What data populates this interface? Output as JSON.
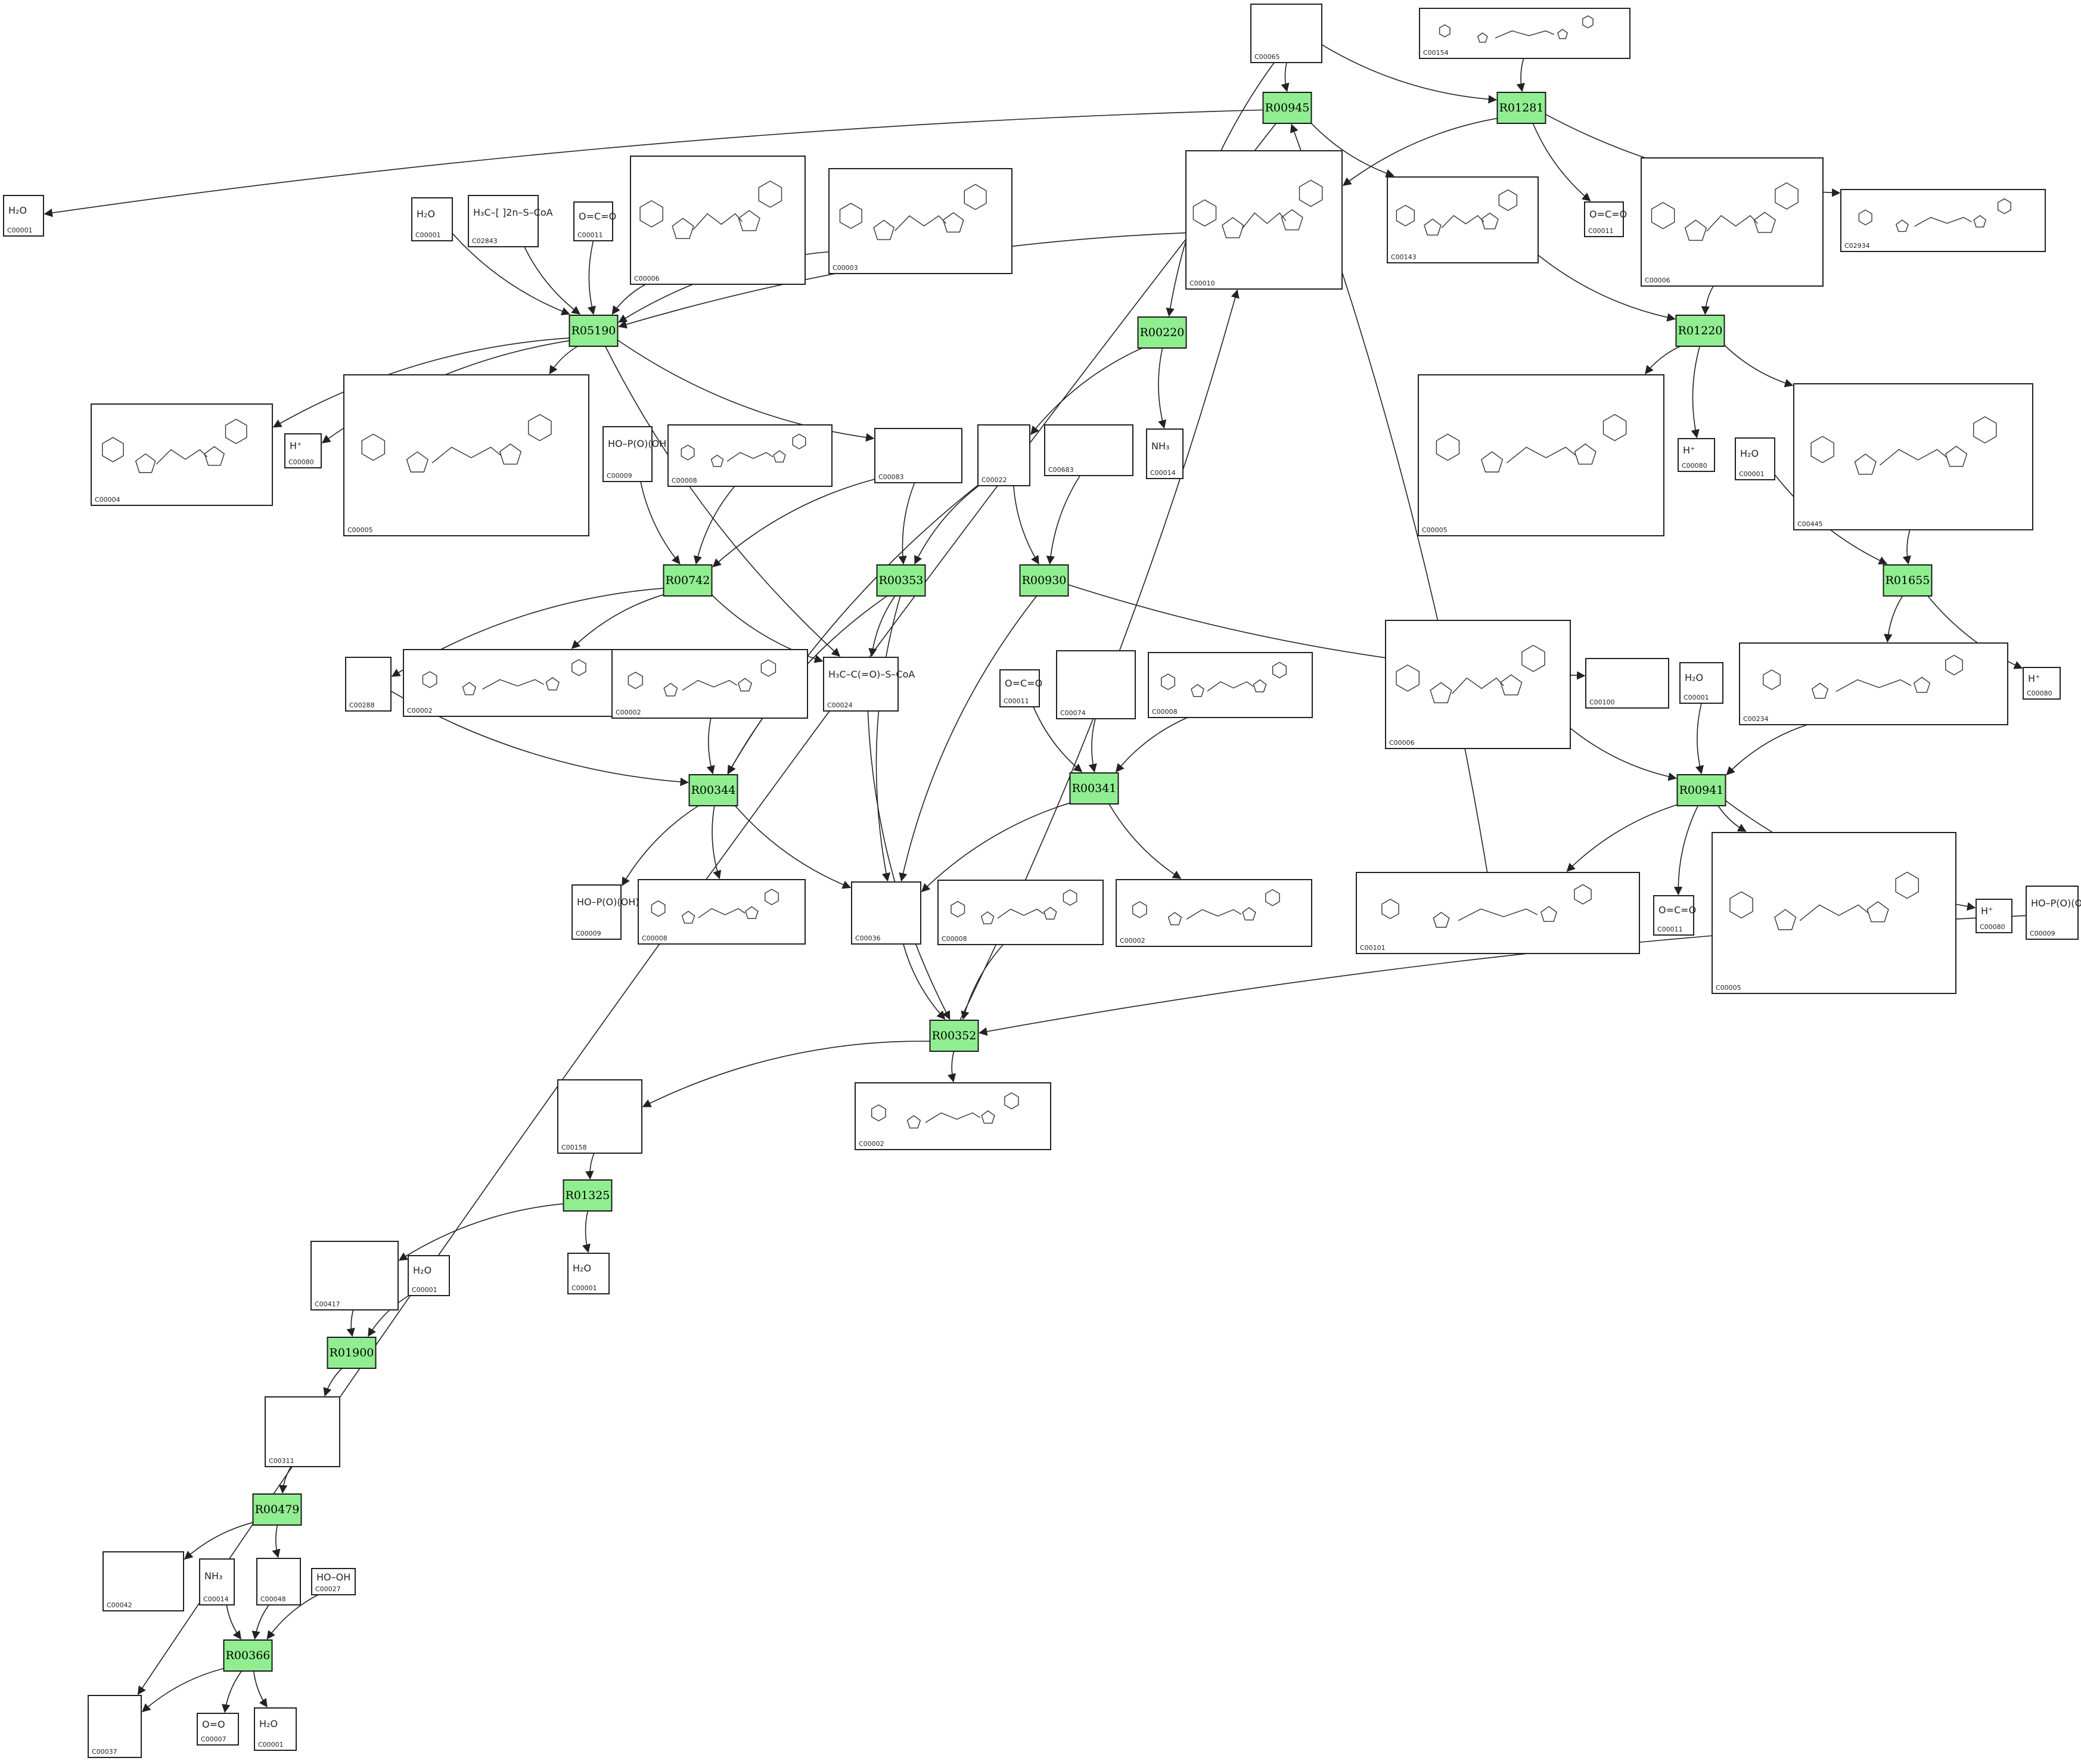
{
  "colors": {
    "reaction_fill": "#90ee90",
    "edge": "#222222",
    "box_stroke": "#222222"
  },
  "reactions": [
    {
      "id": "R00945"
    },
    {
      "id": "R01281"
    },
    {
      "id": "R05190"
    },
    {
      "id": "R00220"
    },
    {
      "id": "R01220"
    },
    {
      "id": "R00742"
    },
    {
      "id": "R00353"
    },
    {
      "id": "R00930"
    },
    {
      "id": "R01655"
    },
    {
      "id": "R00344"
    },
    {
      "id": "R00341"
    },
    {
      "id": "R00941"
    },
    {
      "id": "R00352"
    },
    {
      "id": "R01325"
    },
    {
      "id": "R01900"
    },
    {
      "id": "R00479"
    },
    {
      "id": "R00366"
    }
  ],
  "compounds": [
    {
      "key": "c00065",
      "id": "C00065",
      "formula": ""
    },
    {
      "key": "c00154",
      "id": "C00154",
      "formula": ""
    },
    {
      "key": "c00001_a",
      "id": "C00001",
      "formula": "H₂O"
    },
    {
      "key": "c00010",
      "id": "C00010",
      "formula": ""
    },
    {
      "key": "c00143",
      "id": "C00143",
      "formula": ""
    },
    {
      "key": "c00011_a",
      "id": "C00011",
      "formula": "O=C=O"
    },
    {
      "key": "c02934",
      "id": "C02934",
      "formula": ""
    },
    {
      "key": "c00001_b",
      "id": "C00001",
      "formula": "H₂O"
    },
    {
      "key": "c02843",
      "id": "C02843",
      "formula": "H₃C–[ ]2n–S–CoA"
    },
    {
      "key": "c00011_b",
      "id": "C00011",
      "formula": "O=C=O"
    },
    {
      "key": "c00006_a",
      "id": "C00006",
      "formula": ""
    },
    {
      "key": "c00003_a",
      "id": "C00003",
      "formula": ""
    },
    {
      "key": "c00006_b",
      "id": "C00006",
      "formula": ""
    },
    {
      "key": "c00004",
      "id": "C00004",
      "formula": ""
    },
    {
      "key": "c00080_a",
      "id": "C00080",
      "formula": "H⁺"
    },
    {
      "key": "c00005_a",
      "id": "C00005",
      "formula": ""
    },
    {
      "key": "c00009_a",
      "id": "C00009",
      "formula": "HO–P(O)(OH)OH"
    },
    {
      "key": "c00008_a",
      "id": "C00008",
      "formula": ""
    },
    {
      "key": "c00083",
      "id": "C00083",
      "formula": ""
    },
    {
      "key": "c00022",
      "id": "C00022",
      "formula": ""
    },
    {
      "key": "c00683",
      "id": "C00683",
      "formula": ""
    },
    {
      "key": "c00014_a",
      "id": "C00014",
      "formula": "NH₃"
    },
    {
      "key": "c00005_b",
      "id": "C00005",
      "formula": ""
    },
    {
      "key": "c00080_b",
      "id": "C00080",
      "formula": "H⁺"
    },
    {
      "key": "c00001_c",
      "id": "C00001",
      "formula": "H₂O"
    },
    {
      "key": "c00445",
      "id": "C00445",
      "formula": ""
    },
    {
      "key": "c00288",
      "id": "C00288",
      "formula": ""
    },
    {
      "key": "c00002_a",
      "id": "C00002",
      "formula": ""
    },
    {
      "key": "c00002_b",
      "id": "C00002",
      "formula": ""
    },
    {
      "key": "c00024",
      "id": "C00024",
      "formula": "H₃C–C(=O)–S–CoA"
    },
    {
      "key": "c00011_c",
      "id": "C00011",
      "formula": "O=C=O"
    },
    {
      "key": "c00074",
      "id": "C00074",
      "formula": ""
    },
    {
      "key": "c00008_b",
      "id": "C00008",
      "formula": ""
    },
    {
      "key": "c00100",
      "id": "C00100",
      "formula": ""
    },
    {
      "key": "c00006_c",
      "id": "C00006",
      "formula": ""
    },
    {
      "key": "c00001_d",
      "id": "C00001",
      "formula": "H₂O"
    },
    {
      "key": "c00234",
      "id": "C00234",
      "formula": ""
    },
    {
      "key": "c00080_c",
      "id": "C00080",
      "formula": "H⁺"
    },
    {
      "key": "c00009_b",
      "id": "C00009",
      "formula": "HO–P(O)(OH)OH"
    },
    {
      "key": "c00008_c",
      "id": "C00008",
      "formula": ""
    },
    {
      "key": "c00036",
      "id": "C00036",
      "formula": ""
    },
    {
      "key": "c00008_d",
      "id": "C00008",
      "formula": ""
    },
    {
      "key": "c00002_c",
      "id": "C00002",
      "formula": ""
    },
    {
      "key": "c00101",
      "id": "C00101",
      "formula": ""
    },
    {
      "key": "c00011_d",
      "id": "C00011",
      "formula": "O=C=O"
    },
    {
      "key": "c00005_c",
      "id": "C00005",
      "formula": ""
    },
    {
      "key": "c00080_d",
      "id": "C00080",
      "formula": "H⁺"
    },
    {
      "key": "c00009_c",
      "id": "C00009",
      "formula": "HO–P(O)(OH)OH"
    },
    {
      "key": "c00158",
      "id": "C00158",
      "formula": ""
    },
    {
      "key": "c00002_d",
      "id": "C00002",
      "formula": ""
    },
    {
      "key": "c00001_e",
      "id": "C00001",
      "formula": "H₂O"
    },
    {
      "key": "c00417",
      "id": "C00417",
      "formula": ""
    },
    {
      "key": "c00001_f",
      "id": "C00001",
      "formula": "H₂O"
    },
    {
      "key": "c00311",
      "id": "C00311",
      "formula": ""
    },
    {
      "key": "c00042",
      "id": "C00042",
      "formula": ""
    },
    {
      "key": "c00014_b",
      "id": "C00014",
      "formula": "NH₃"
    },
    {
      "key": "c00048",
      "id": "C00048",
      "formula": ""
    },
    {
      "key": "c00027",
      "id": "C00027",
      "formula": "HO–OH"
    },
    {
      "key": "c00037",
      "id": "C00037",
      "formula": ""
    },
    {
      "key": "c00007",
      "id": "C00007",
      "formula": "O=O"
    },
    {
      "key": "c00001_g",
      "id": "C00001",
      "formula": "H₂O"
    }
  ],
  "edges": [
    [
      "c00065",
      "R00945"
    ],
    [
      "c00065",
      "R01281"
    ],
    [
      "c00065",
      "R00220"
    ],
    [
      "c00154",
      "R01281"
    ],
    [
      "R00945",
      "c00001_a"
    ],
    [
      "R00945",
      "c00143"
    ],
    [
      "R00945",
      "c00037"
    ],
    [
      "R01281",
      "c00010"
    ],
    [
      "R01281",
      "c00011_a"
    ],
    [
      "R01281",
      "c02934"
    ],
    [
      "c00010",
      "R05190"
    ],
    [
      "c00001_b",
      "R05190"
    ],
    [
      "c02843",
      "R05190"
    ],
    [
      "c00011_b",
      "R05190"
    ],
    [
      "c00006_a",
      "R05190"
    ],
    [
      "c00003_a",
      "R05190"
    ],
    [
      "R05190",
      "c00004"
    ],
    [
      "R05190",
      "c00080_a"
    ],
    [
      "R05190",
      "c00005_a"
    ],
    [
      "R05190",
      "c00083"
    ],
    [
      "R05190",
      "c00024"
    ],
    [
      "R00220",
      "c00022"
    ],
    [
      "R00220",
      "c00014_a"
    ],
    [
      "c00143",
      "R01220"
    ],
    [
      "c00006_b",
      "R01220"
    ],
    [
      "R01220",
      "c00005_b"
    ],
    [
      "R01220",
      "c00080_b"
    ],
    [
      "R01220",
      "c00445"
    ],
    [
      "c00001_c",
      "R01655"
    ],
    [
      "c00445",
      "R01655"
    ],
    [
      "R01655",
      "c00234"
    ],
    [
      "R01655",
      "c00080_c"
    ],
    [
      "c00009_a",
      "R00742"
    ],
    [
      "c00008_a",
      "R00742"
    ],
    [
      "c00083",
      "R00742"
    ],
    [
      "R00742",
      "c00288"
    ],
    [
      "R00742",
      "c00002_a"
    ],
    [
      "R00742",
      "c00024"
    ],
    [
      "c00083",
      "R00353"
    ],
    [
      "c00022",
      "R00353"
    ],
    [
      "R00353",
      "c00024"
    ],
    [
      "R00353",
      "c00036"
    ],
    [
      "R00353",
      "R00344"
    ],
    [
      "c00022",
      "R00930"
    ],
    [
      "c00683",
      "R00930"
    ],
    [
      "R00930",
      "c00100"
    ],
    [
      "R00930",
      "c00036"
    ],
    [
      "c00288",
      "R00344"
    ],
    [
      "c00002_b",
      "R00344"
    ],
    [
      "c00022",
      "R00344"
    ],
    [
      "R00344",
      "c00009_b"
    ],
    [
      "R00344",
      "c00008_c"
    ],
    [
      "R00344",
      "c00036"
    ],
    [
      "c00011_c",
      "R00341"
    ],
    [
      "c00074",
      "R00341"
    ],
    [
      "c00008_b",
      "R00341"
    ],
    [
      "R00341",
      "c00036"
    ],
    [
      "R00341",
      "c00002_c"
    ],
    [
      "c00006_c",
      "R00941"
    ],
    [
      "c00001_d",
      "R00941"
    ],
    [
      "c00234",
      "R00941"
    ],
    [
      "R00941",
      "c00101"
    ],
    [
      "R00941",
      "c00011_d"
    ],
    [
      "R00941",
      "c00005_c"
    ],
    [
      "R00941",
      "c00080_d"
    ],
    [
      "c00101",
      "R00945"
    ],
    [
      "c00036",
      "R00352"
    ],
    [
      "c00008_d",
      "R00352"
    ],
    [
      "c00024",
      "R00352"
    ],
    [
      "c00009_c",
      "R00352"
    ],
    [
      "R00352",
      "c00010"
    ],
    [
      "R00352",
      "c00158"
    ],
    [
      "R00352",
      "c00002_d"
    ],
    [
      "c00158",
      "R01325"
    ],
    [
      "R01325",
      "c00417"
    ],
    [
      "R01325",
      "c00001_e"
    ],
    [
      "c00417",
      "R01900"
    ],
    [
      "c00001_f",
      "R01900"
    ],
    [
      "R01900",
      "c00311"
    ],
    [
      "c00311",
      "R00479"
    ],
    [
      "R00479",
      "c00042"
    ],
    [
      "R00479",
      "c00048"
    ],
    [
      "c00048",
      "R00366"
    ],
    [
      "c00014_b",
      "R00366"
    ],
    [
      "c00027",
      "R00366"
    ],
    [
      "R00366",
      "c00037"
    ],
    [
      "R00366",
      "c00007"
    ],
    [
      "R00366",
      "c00001_g"
    ]
  ]
}
